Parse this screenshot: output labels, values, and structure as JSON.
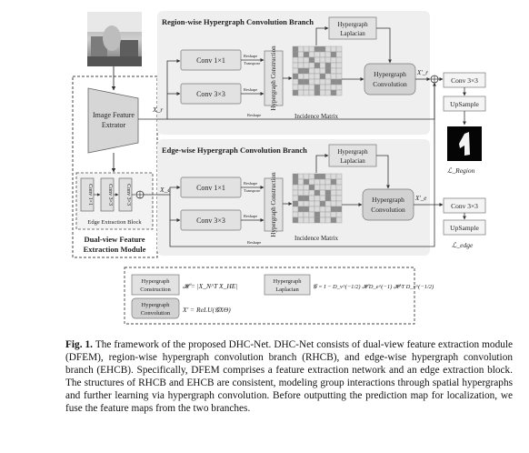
{
  "figure": {
    "region_branch_title": "Region-wise Hypergraph Convolution Branch",
    "edge_branch_title": "Edge-wise Hypergraph Convolution Branch",
    "conv1": "Conv 1×1",
    "conv3": "Conv 3×3",
    "reshape": "Reshape",
    "transpose": "Transpose",
    "hg_construction": "Hypergraph Construction",
    "hg_laplacian_1": "Hypergraph",
    "hg_laplacian_2": "Laplacian",
    "incidence_matrix": "Incidence Matrix",
    "hg_conv_1": "Hypergraph",
    "hg_conv_2": "Convolution",
    "x_r": "X_r",
    "x_e": "X_e",
    "x_r_prime": "X'_r",
    "x_e_prime": "X'_e",
    "image_feature_1": "Image Feature",
    "image_feature_2": "Extrator",
    "edge_extraction_block": "Edge Extraction Block",
    "dfem_label_1": "Dual-view Feature",
    "dfem_label_2": "Extraction Module",
    "eeb_conv_a": "Conv 1×1",
    "eeb_conv_b": "Conv 3×3",
    "eeb_conv_c": "Conv 3×3",
    "upsample": "UpSample",
    "loss_region": "ℒ_Region",
    "loss_edge": "ℒ_edge",
    "legend_hg_construction_1": "Hypergraph",
    "legend_hg_construction_2": "Construction",
    "legend_hg_laplacian_1": "Hypergraph",
    "legend_hg_laplacian_2": "Laplacian",
    "legend_hg_conv_1": "Hypergraph",
    "legend_hg_conv_2": "Convolution",
    "eq_h": "𝓗 = |X_N^T X_HE|",
    "eq_g": "𝓖 = I − D_v^(−1/2) 𝓗 D_e^(−1) 𝓗^T D_v^(−1/2)",
    "eq_x": "X' = ReLU(𝓖XΘ)"
  },
  "caption": {
    "label": "Fig. 1.",
    "text": "The framework of the proposed DHC-Net. DHC-Net consists of dual-view feature extraction module (DFEM), region-wise hypergraph convolution branch (RHCB), and edge-wise hypergraph convolution branch (EHCB). Specifically, DFEM comprises a feature extraction network and an edge extraction block. The structures of RHCB and EHCB are consistent, modeling group interactions through spatial hypergraphs and further learning via hypergraph convolution. Before outputting the prediction map for localization, we fuse the feature maps from the two branches."
  },
  "colors": {
    "panel": "#efefef",
    "box": "#e6e6e6",
    "box_dark": "#d2d2d2",
    "line": "#333333"
  }
}
